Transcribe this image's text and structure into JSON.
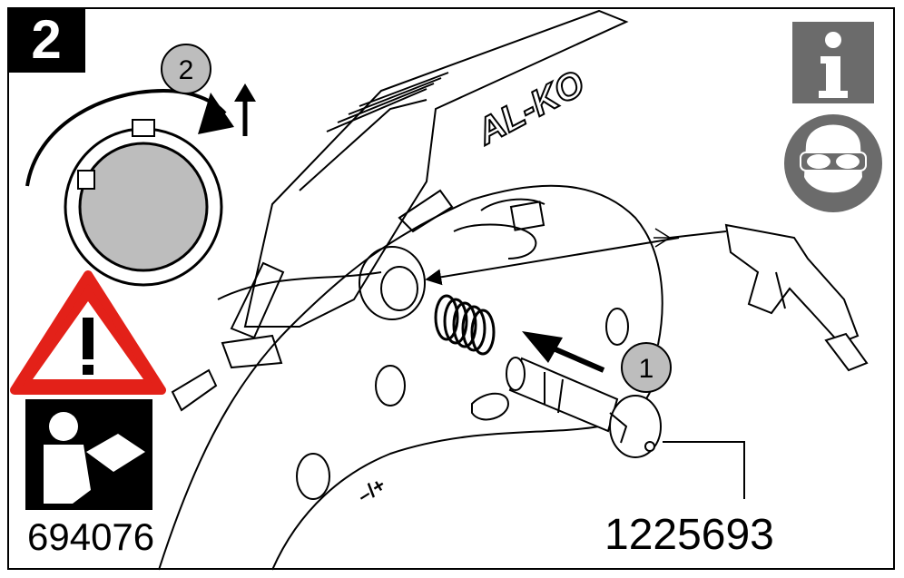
{
  "step": {
    "number": "2"
  },
  "callouts": {
    "first": "1",
    "second": "2"
  },
  "brand": {
    "logo_text": "AL-KO"
  },
  "parts": {
    "left_number": "694076",
    "right_number": "1225693"
  },
  "handle_marks": "–/+",
  "icons": {
    "info": "info-icon",
    "safety_glasses": "wear-eye-protection-icon",
    "warning": "warning-triangle-icon",
    "manual": "read-manual-icon",
    "air_gun": "compressed-air-gun-icon",
    "lock_cylinder": "lock-cylinder-key-icon",
    "spring": "spring-icon",
    "rotation": "rotation-arrow-icon"
  },
  "colors": {
    "warning_red": "#e32119",
    "icon_gray": "#6b6b6b",
    "lock_gray": "#bdbdbd",
    "ink": "#000000"
  }
}
